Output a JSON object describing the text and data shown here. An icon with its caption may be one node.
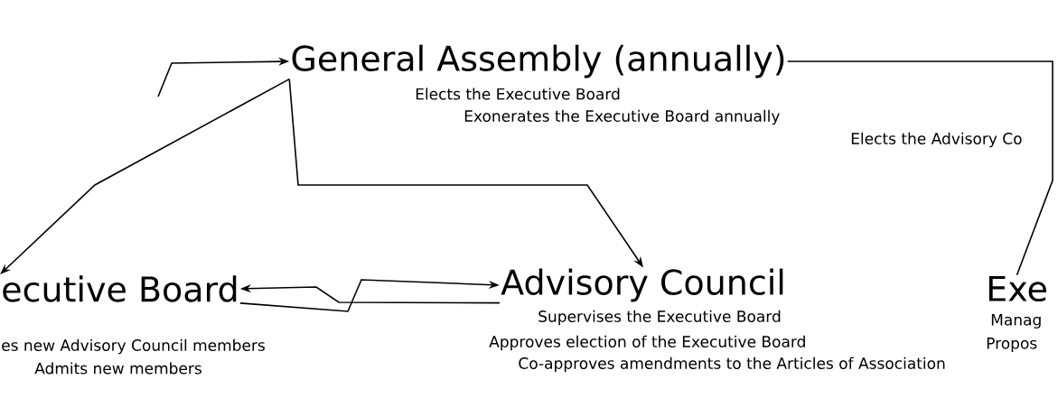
{
  "diagram": {
    "nodes": [
      {
        "text": [
          "General Assembly (annually)",
          "Elects the Executive Board",
          "Exonerates the Executive Board annually",
          "Elects the Advisory Co"
        ]
      },
      {
        "text": [
          "ecutive Board",
          "es new Advisory Council members",
          "Admits new members"
        ]
      },
      {
        "text": [
          "Advisory Council",
          "Supervises the Executive Board",
          "Approves election of the Executive Board",
          "Co-approves amendments to the Articles of Association"
        ]
      },
      {
        "text": [
          "Exe",
          "Manag",
          "Propos"
        ]
      }
    ],
    "edges": [
      {
        "from": null,
        "to": 0,
        "arrow": "to"
      },
      {
        "from": 0,
        "to": 1,
        "arrow": "to"
      },
      {
        "from": 0,
        "to": 2,
        "arrow": "to"
      },
      {
        "from": 0,
        "to": 3,
        "arrow": "none"
      },
      {
        "from": 2,
        "to": 1,
        "arrow": "to"
      },
      {
        "from": 1,
        "to": 2,
        "arrow": "to"
      }
    ]
  }
}
